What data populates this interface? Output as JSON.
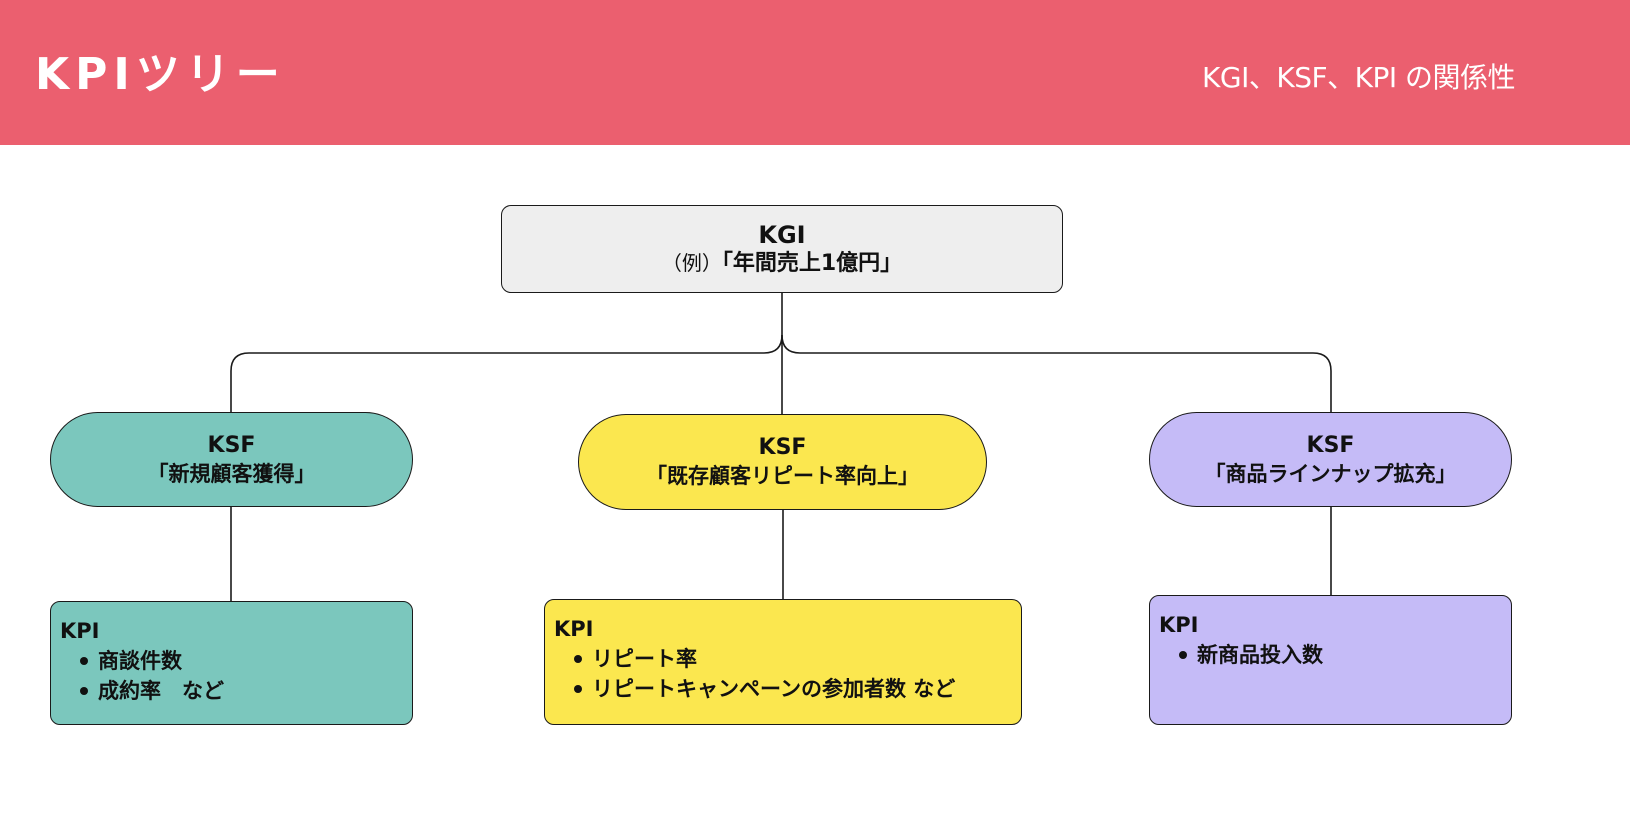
{
  "header": {
    "title": "KPIツリー",
    "subtitle": "KGI、KSF、KPI の関係性",
    "background_color": "#EB5F6F"
  },
  "kgi": {
    "label": "KGI",
    "prefix": "（例）",
    "value": "「年間売上1億円」",
    "color": "#EEEEEE"
  },
  "ksf": [
    {
      "label": "KSF",
      "name": "「新規顧客獲得」",
      "color": "#7BC7BD"
    },
    {
      "label": "KSF",
      "name": "「既存顧客リピート率向上」",
      "color": "#FBE74F"
    },
    {
      "label": "KSF",
      "name": "「商品ラインナップ拡充」",
      "color": "#C5BBF7"
    }
  ],
  "kpi": [
    {
      "label": "KPI",
      "items": [
        "商談件数",
        "成約率　など"
      ],
      "color": "#7BC7BD"
    },
    {
      "label": "KPI",
      "items": [
        "リピート率",
        "リピートキャンペーンの参加者数 など"
      ],
      "color": "#FBE74F"
    },
    {
      "label": "KPI",
      "items": [
        "新商品投入数"
      ],
      "color": "#C5BBF7"
    }
  ]
}
